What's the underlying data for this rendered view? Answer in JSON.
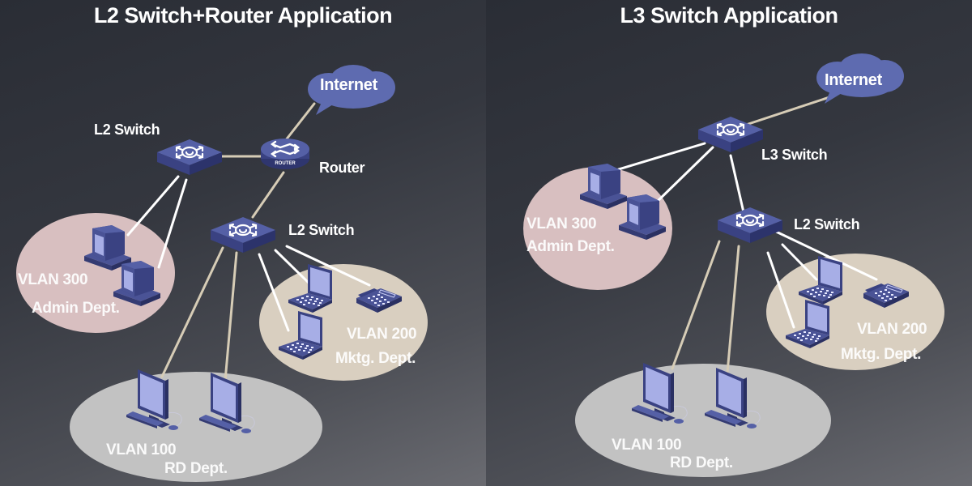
{
  "left_panel": {
    "title": "L2 Switch+Router Application",
    "internet_label": "Internet",
    "router_label": "Router",
    "router_badge": "ROUTER",
    "switch_top_label": "L2 Switch",
    "switch_mid_label": "L2 Switch",
    "groups": [
      {
        "vlan": "VLAN 300",
        "dept": "Admin Dept.",
        "color": "#d8bfc0"
      },
      {
        "vlan": "VLAN 200",
        "dept": "Mktg. Dept.",
        "color": "#d9cfc0"
      },
      {
        "vlan": "VLAN 100",
        "dept": "RD Dept.",
        "color": "#c2c2c2"
      }
    ]
  },
  "right_panel": {
    "title": "L3 Switch Application",
    "internet_label": "Internet",
    "l3_switch_label": "L3 Switch",
    "l2_switch_label": "L2 Switch",
    "groups": [
      {
        "vlan": "VLAN 300",
        "dept": "Admin Dept.",
        "color": "#d8bfc0"
      },
      {
        "vlan": "VLAN 200",
        "dept": "Mktg. Dept.",
        "color": "#d9cfc0"
      },
      {
        "vlan": "VLAN 100",
        "dept": "RD Dept.",
        "color": "#c2c2c2"
      }
    ]
  },
  "colors": {
    "device": "#4a5396",
    "device_dark": "#343b73",
    "screen": "#a7aee6",
    "cloud": "#5e6bb0",
    "link_white": "#ffffff",
    "link_beige": "#d6ccb6"
  }
}
